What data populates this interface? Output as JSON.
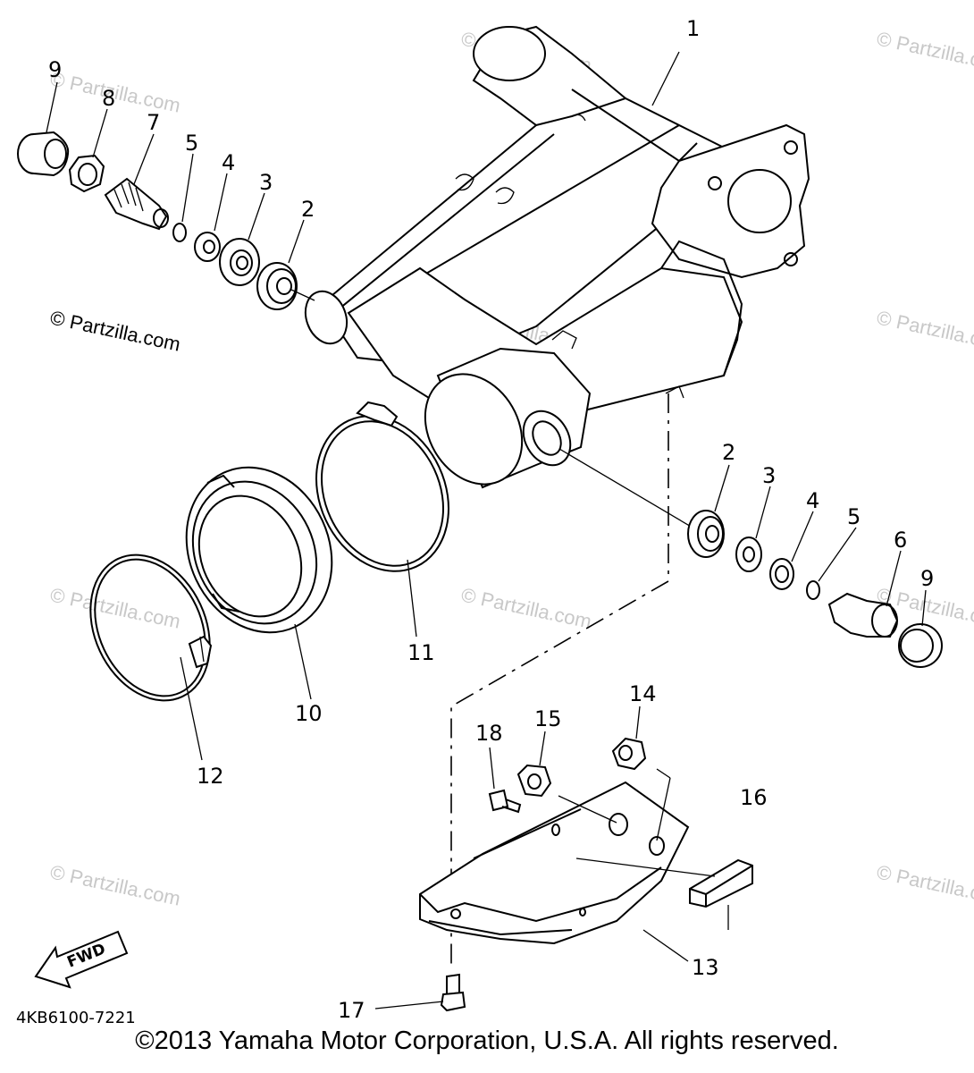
{
  "diagram": {
    "part_code": "4KB6100-7221",
    "fwd_label": "FWD",
    "watermark": "© Partzilla.com",
    "copyright": "©2013 Yamaha Motor Corporation, U.S.A. All rights reserved.",
    "callouts": [
      {
        "id": "c1",
        "label": "1"
      },
      {
        "id": "c2a",
        "label": "2"
      },
      {
        "id": "c3a",
        "label": "3"
      },
      {
        "id": "c4a",
        "label": "4"
      },
      {
        "id": "c5a",
        "label": "5"
      },
      {
        "id": "c7",
        "label": "7"
      },
      {
        "id": "c8",
        "label": "8"
      },
      {
        "id": "c9a",
        "label": "9"
      },
      {
        "id": "c2b",
        "label": "2"
      },
      {
        "id": "c3b",
        "label": "3"
      },
      {
        "id": "c4b",
        "label": "4"
      },
      {
        "id": "c5b",
        "label": "5"
      },
      {
        "id": "c6",
        "label": "6"
      },
      {
        "id": "c9b",
        "label": "9"
      },
      {
        "id": "c10",
        "label": "10"
      },
      {
        "id": "c11",
        "label": "11"
      },
      {
        "id": "c12",
        "label": "12"
      },
      {
        "id": "c13",
        "label": "13"
      },
      {
        "id": "c14",
        "label": "14"
      },
      {
        "id": "c15",
        "label": "15"
      },
      {
        "id": "c16",
        "label": "16"
      },
      {
        "id": "c17",
        "label": "17"
      },
      {
        "id": "c18",
        "label": "18"
      }
    ]
  }
}
